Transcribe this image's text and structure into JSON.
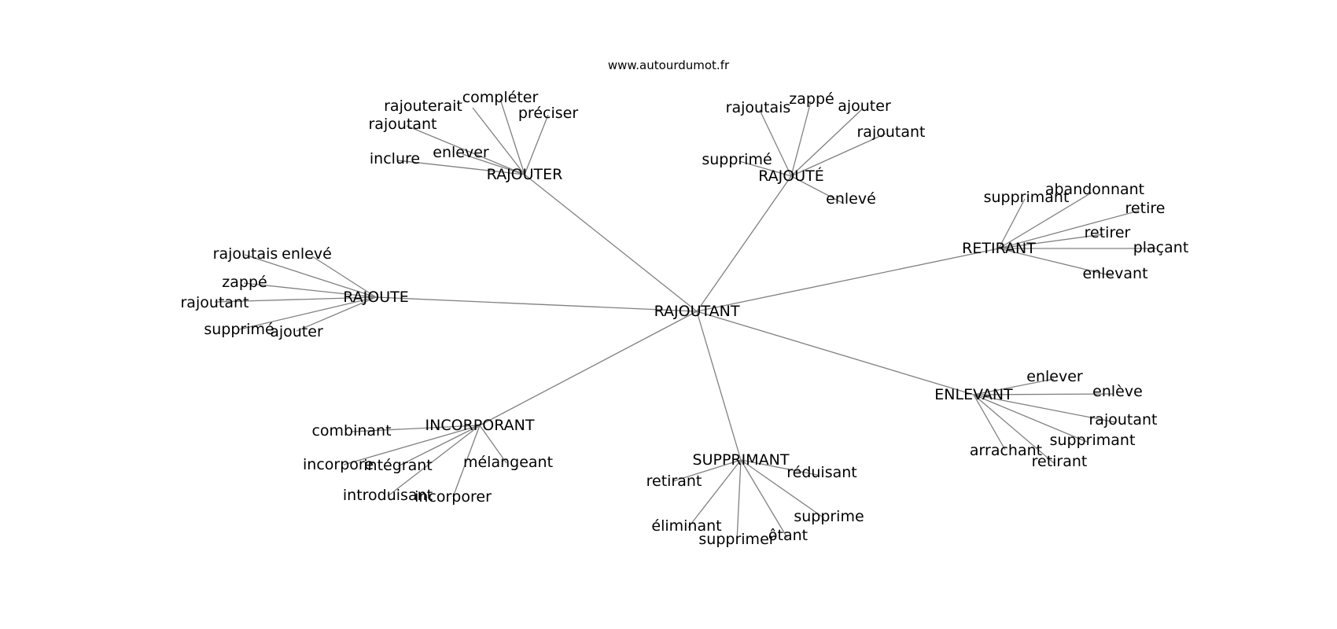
{
  "header": {
    "site": "www.autourdumot.fr"
  },
  "graph": {
    "center": "RAJOUTANT",
    "clusters": [
      {
        "hub": "RAJOUTER",
        "words": [
          "compléter",
          "rajouterait",
          "préciser",
          "rajoutant",
          "enlever",
          "inclure"
        ]
      },
      {
        "hub": "RAJOUTÉ",
        "words": [
          "rajoutais",
          "zappé",
          "ajouter",
          "rajoutant",
          "supprimé",
          "enlevé"
        ]
      },
      {
        "hub": "RETIRANT",
        "words": [
          "supprimant",
          "abandonnant",
          "retire",
          "retirer",
          "plaçant",
          "enlevant"
        ]
      },
      {
        "hub": "RAJOUTE",
        "words": [
          "rajoutais",
          "enlevé",
          "zappé",
          "rajoutant",
          "supprimé",
          "ajouter"
        ]
      },
      {
        "hub": "ENLEVANT",
        "words": [
          "enlever",
          "enlève",
          "rajoutant",
          "supprimant",
          "arrachant",
          "retirant"
        ]
      },
      {
        "hub": "INCORPORANT",
        "words": [
          "combinant",
          "incorpore",
          "intégrant",
          "mélangeant",
          "introduisant",
          "incorporer"
        ]
      },
      {
        "hub": "SUPPRIMANT",
        "words": [
          "retirant",
          "réduisant",
          "éliminant",
          "supprime",
          "supprimer",
          "ôtant"
        ]
      }
    ]
  }
}
